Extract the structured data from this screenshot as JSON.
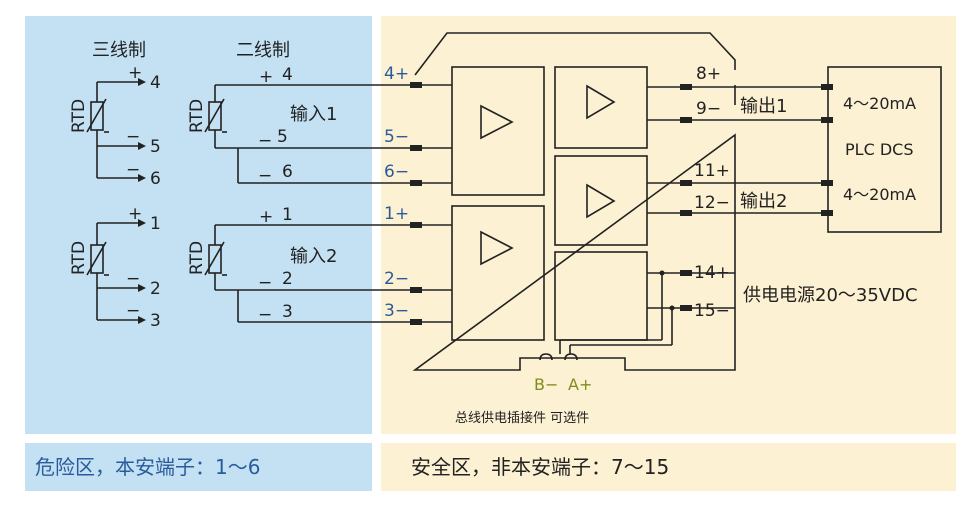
{
  "zones": {
    "hazard_label": "危险区，本安端子：1～6",
    "safe_label": "安全区，非本安端子：7～15"
  },
  "sensors": {
    "three_wire_title": "三线制",
    "two_wire_title": "二线制",
    "rtd_label": "RTD"
  },
  "three_wire_terminals": [
    {
      "sign": "+",
      "num": "4"
    },
    {
      "sign": "−",
      "num": "5"
    },
    {
      "sign": "−",
      "num": "6"
    },
    {
      "sign": "+",
      "num": "1"
    },
    {
      "sign": "−",
      "num": "2"
    },
    {
      "sign": "−",
      "num": "3"
    }
  ],
  "input_labels": {
    "input1": "输入1",
    "input2": "输入2"
  },
  "module_terminals_in": [
    "4+",
    "5−",
    "6−",
    "1+",
    "2−",
    "3−"
  ],
  "output_terminals": [
    "8+",
    "9−",
    "11+",
    "12−"
  ],
  "power_terminals": [
    "14+",
    "15−"
  ],
  "output_labels": {
    "output1": "输出1",
    "output2": "输出2"
  },
  "plc": {
    "range1": "4～20mA",
    "name": "PLC DCS",
    "range2": "4～20mA"
  },
  "power": {
    "label": "供电电源20～35VDC"
  },
  "bus": {
    "b_label": "B−",
    "a_label": "A+",
    "note": "总线供电插接件 可选件"
  },
  "colors": {
    "hazard_bg": "#c3e1f3",
    "safe_bg": "#fdf1d3",
    "terminal_blue": "#2a5b9c",
    "bus_olive": "#7f8c1d"
  }
}
